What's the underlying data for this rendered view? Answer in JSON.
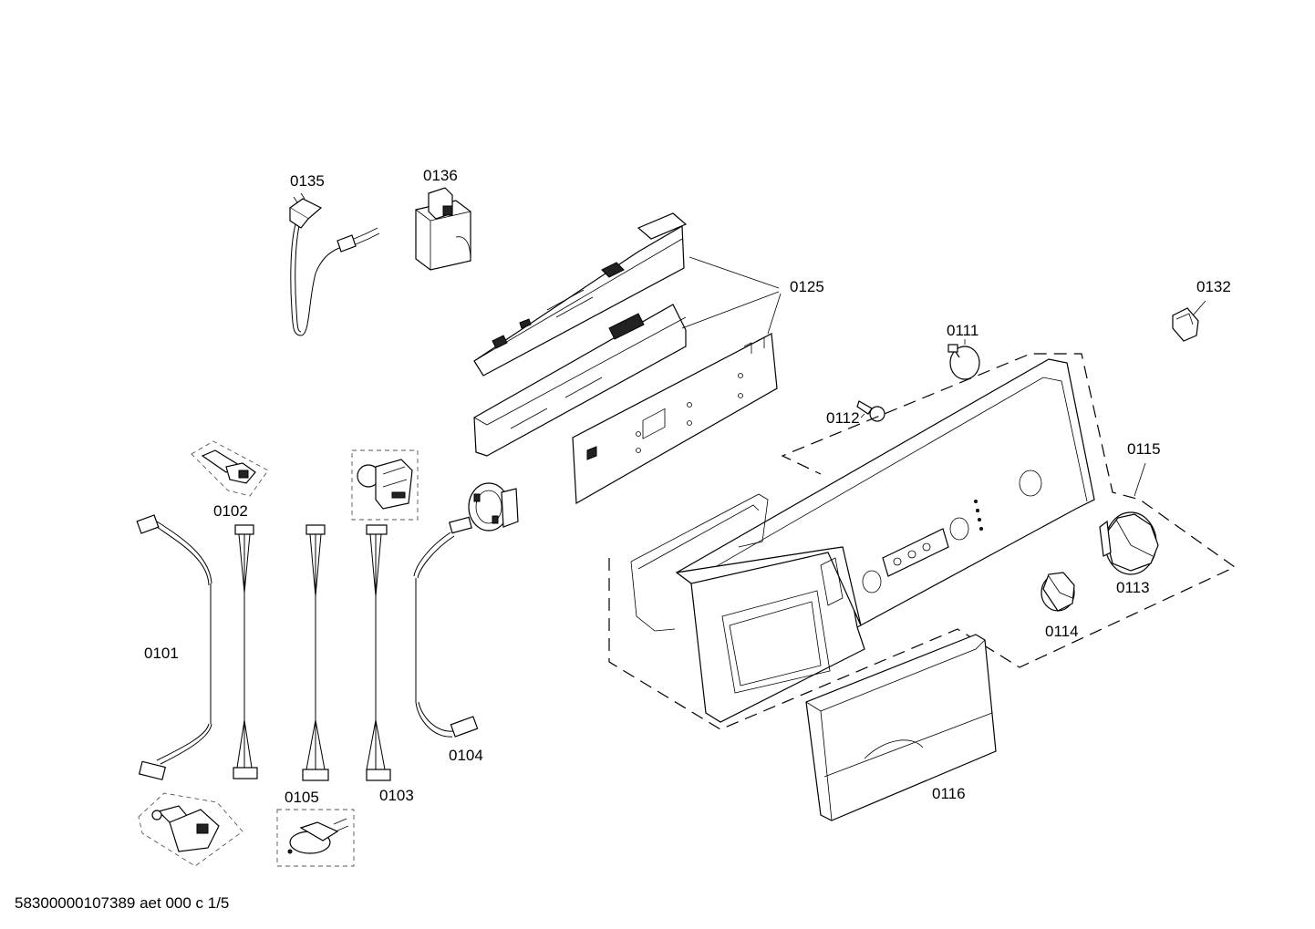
{
  "diagram": {
    "labels": [
      {
        "id": "0135",
        "text": "0135"
      },
      {
        "id": "0136",
        "text": "0136"
      },
      {
        "id": "0125",
        "text": "0125"
      },
      {
        "id": "0132",
        "text": "0132"
      },
      {
        "id": "0111",
        "text": "0111"
      },
      {
        "id": "0112",
        "text": "0112"
      },
      {
        "id": "0115",
        "text": "0115"
      },
      {
        "id": "0113",
        "text": "0113"
      },
      {
        "id": "0114",
        "text": "0114"
      },
      {
        "id": "0116",
        "text": "0116"
      },
      {
        "id": "0102",
        "text": "0102"
      },
      {
        "id": "0101",
        "text": "0101"
      },
      {
        "id": "0104",
        "text": "0104"
      },
      {
        "id": "0105",
        "text": "0105"
      },
      {
        "id": "0103",
        "text": "0103"
      }
    ]
  },
  "footer": {
    "document_code": "58300000107389 aet 000 c 1/5"
  }
}
